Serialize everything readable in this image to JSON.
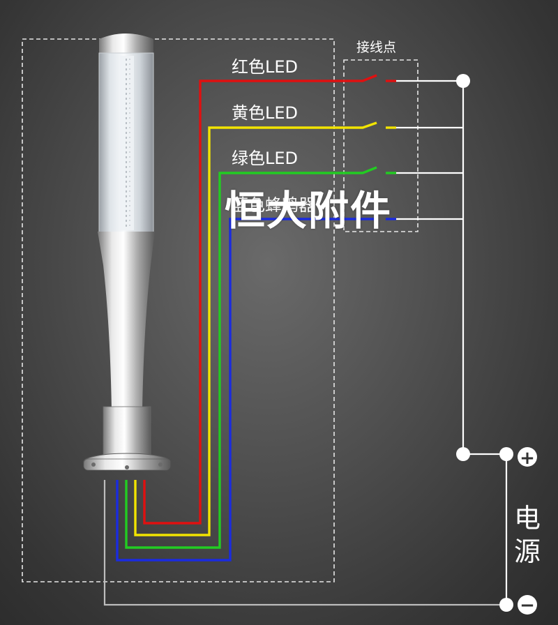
{
  "labels": {
    "red_led": "红色LED",
    "yellow_led": "黄色LED",
    "green_led": "绿色LED",
    "blue_led": "蓝色蜂鸣器",
    "terminal": "接线点",
    "power_char1": "电",
    "power_char2": "源",
    "plus": "+",
    "minus": "−"
  },
  "watermark": "恒大附件",
  "colors": {
    "red": "#e01010",
    "yellow": "#f2e400",
    "green": "#22cc22",
    "blue": "#1a2be0",
    "wire_common": "#ffffff",
    "ground": "#bdbdbd",
    "dash": "#e8e8e8"
  }
}
